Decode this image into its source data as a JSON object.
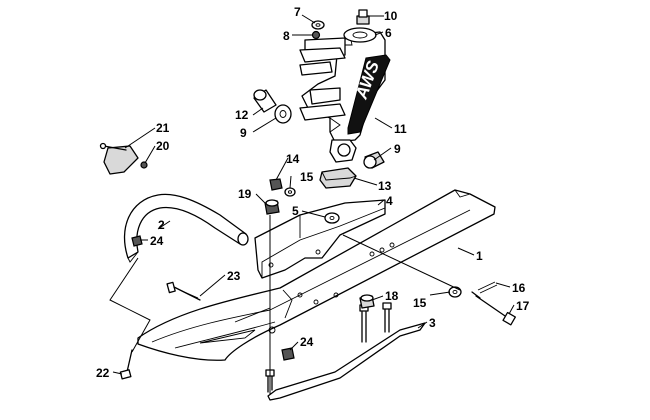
{
  "diagram": {
    "callouts": {
      "c1": "1",
      "c2": "2",
      "c3": "3",
      "c4": "4",
      "c5": "5",
      "c6": "6",
      "c7": "7",
      "c8": "8",
      "c9a": "9",
      "c9b": "9",
      "c10": "10",
      "c11": "11",
      "c12": "12",
      "c13": "13",
      "c14": "14",
      "c15a": "15",
      "c15b": "15",
      "c16": "16",
      "c17": "17",
      "c18": "18",
      "c19": "19",
      "c20": "20",
      "c21": "21",
      "c22": "22",
      "c23": "23",
      "c24a": "24",
      "c24b": "24"
    },
    "decal_text": "AWS",
    "colors": {
      "line": "#000000",
      "background": "#ffffff",
      "decal": "#111111"
    }
  }
}
